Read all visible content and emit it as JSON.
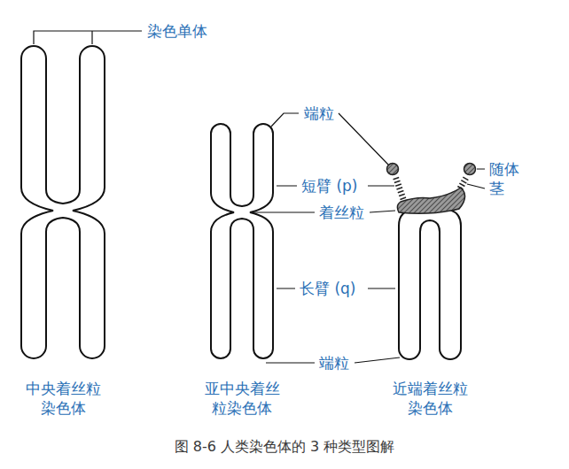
{
  "diagram": {
    "caption": "图 8-6 人类染色体的 3 种类型图解",
    "labels": [
      "染色单体",
      "端粒",
      "短臂 (p)",
      "着丝粒",
      "长臂 (q)",
      "端粒",
      "随体",
      "茎",
      "中央着丝粒 染色体",
      "亚中央着丝 粒染色体",
      "近端着丝粒 染色体"
    ]
  }
}
